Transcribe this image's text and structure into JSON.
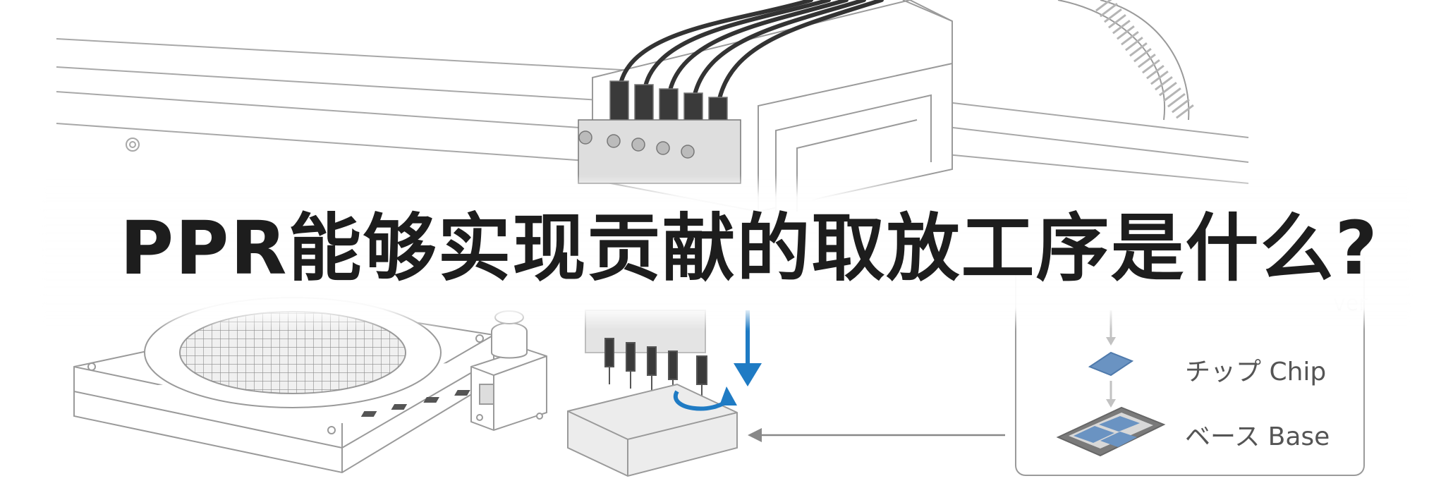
{
  "title": "PPR能够实现贡献的取放工序是什么?",
  "legend": {
    "items": [
      {
        "label": "チップ  Chip",
        "icon": "chip-icon",
        "color": "#6a93c2"
      },
      {
        "label": "ベース  Base",
        "icon": "base-tray-icon",
        "color": "#6a93c2"
      }
    ]
  },
  "colors": {
    "line": "#9a9a9a",
    "accent_blue": "#1f7bc4",
    "chip_blue": "#6a93c2",
    "title_text": "#1d1d1d"
  }
}
